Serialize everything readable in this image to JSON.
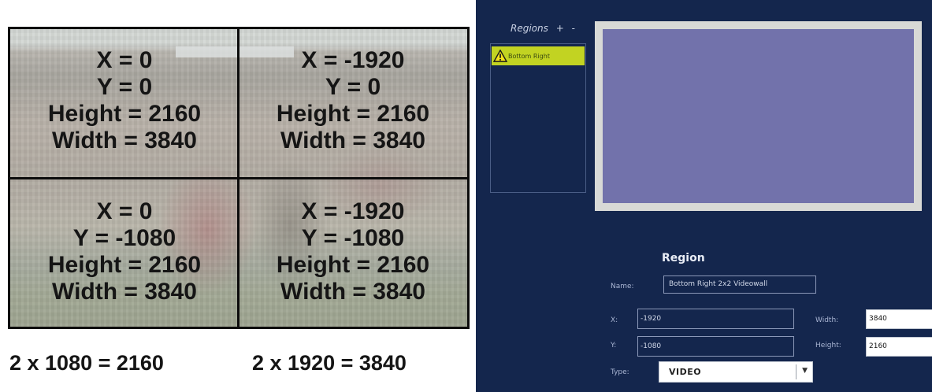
{
  "diagram": {
    "cells": {
      "top_left": {
        "x": "X = 0",
        "y": "Y = 0",
        "height": "Height = 2160",
        "width": "Width = 3840"
      },
      "top_right": {
        "x": "X = -1920",
        "y": "Y = 0",
        "height": "Height = 2160",
        "width": "Width = 3840"
      },
      "bottom_left": {
        "x": "X = 0",
        "y": "Y = -1080",
        "height": "Height = 2160",
        "width": "Width = 3840"
      },
      "bottom_right": {
        "x": "X = -1920",
        "y": "Y = -1080",
        "height": "Height = 2160",
        "width": "Width = 3840"
      }
    },
    "calc_height": "2 x 1080 = 2160",
    "calc_width": "2 x 1920 = 3840"
  },
  "panel": {
    "regions_label": "Regions",
    "add_label": "+",
    "remove_label": "-",
    "region_items": [
      {
        "label": "Bottom Right",
        "icon": "warning-icon"
      }
    ],
    "colors": {
      "background": "#14264d",
      "selected_item": "#c2d322",
      "preview_frame": "#d8d9d6",
      "preview_fill": "#7272ab"
    },
    "form": {
      "title": "Region",
      "name_label": "Name:",
      "name_value": "Bottom Right 2x2 Videowall",
      "x_label": "X:",
      "x_value": "-1920",
      "y_label": "Y:",
      "y_value": "-1080",
      "width_label": "Width:",
      "width_value": "3840",
      "height_label": "Height:",
      "height_value": "2160",
      "type_label": "Type:",
      "type_value": "VIDEO"
    }
  }
}
